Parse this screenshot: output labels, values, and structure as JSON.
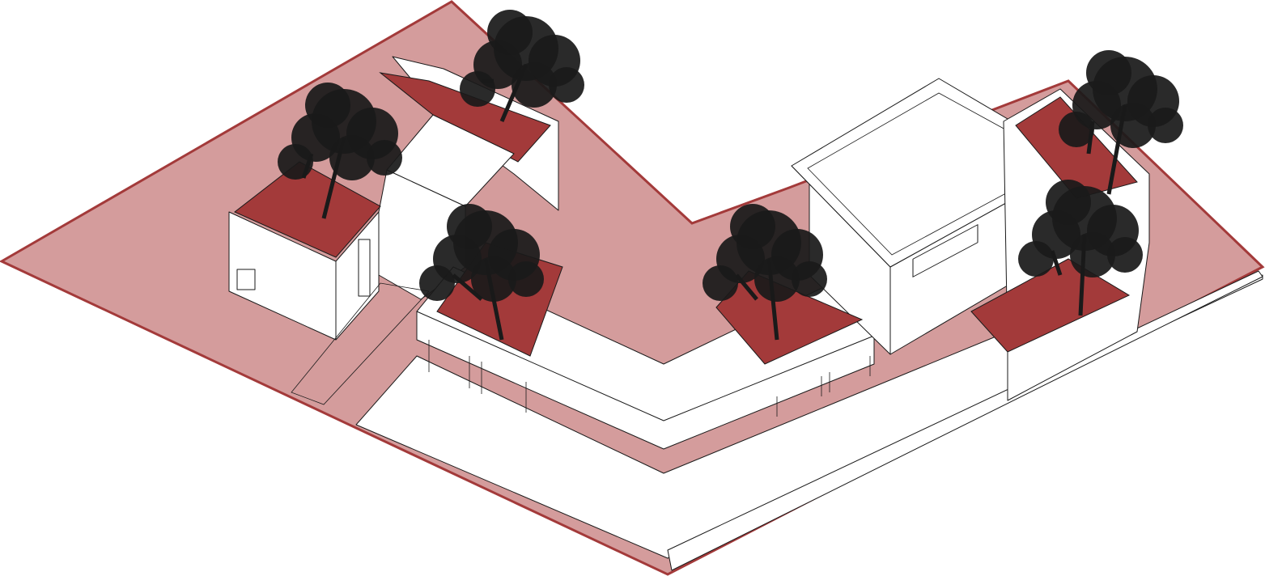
{
  "diagram": {
    "kind": "axonometric-site-plan",
    "colors": {
      "site_fill": "#d49c9c",
      "site_border": "#a33a3a",
      "courtyard": "#a33a3a",
      "building": "#ffffff",
      "tree": "#1a1a1a",
      "line": "#1a1a1a"
    },
    "trees": 6,
    "courtyards": 6
  }
}
